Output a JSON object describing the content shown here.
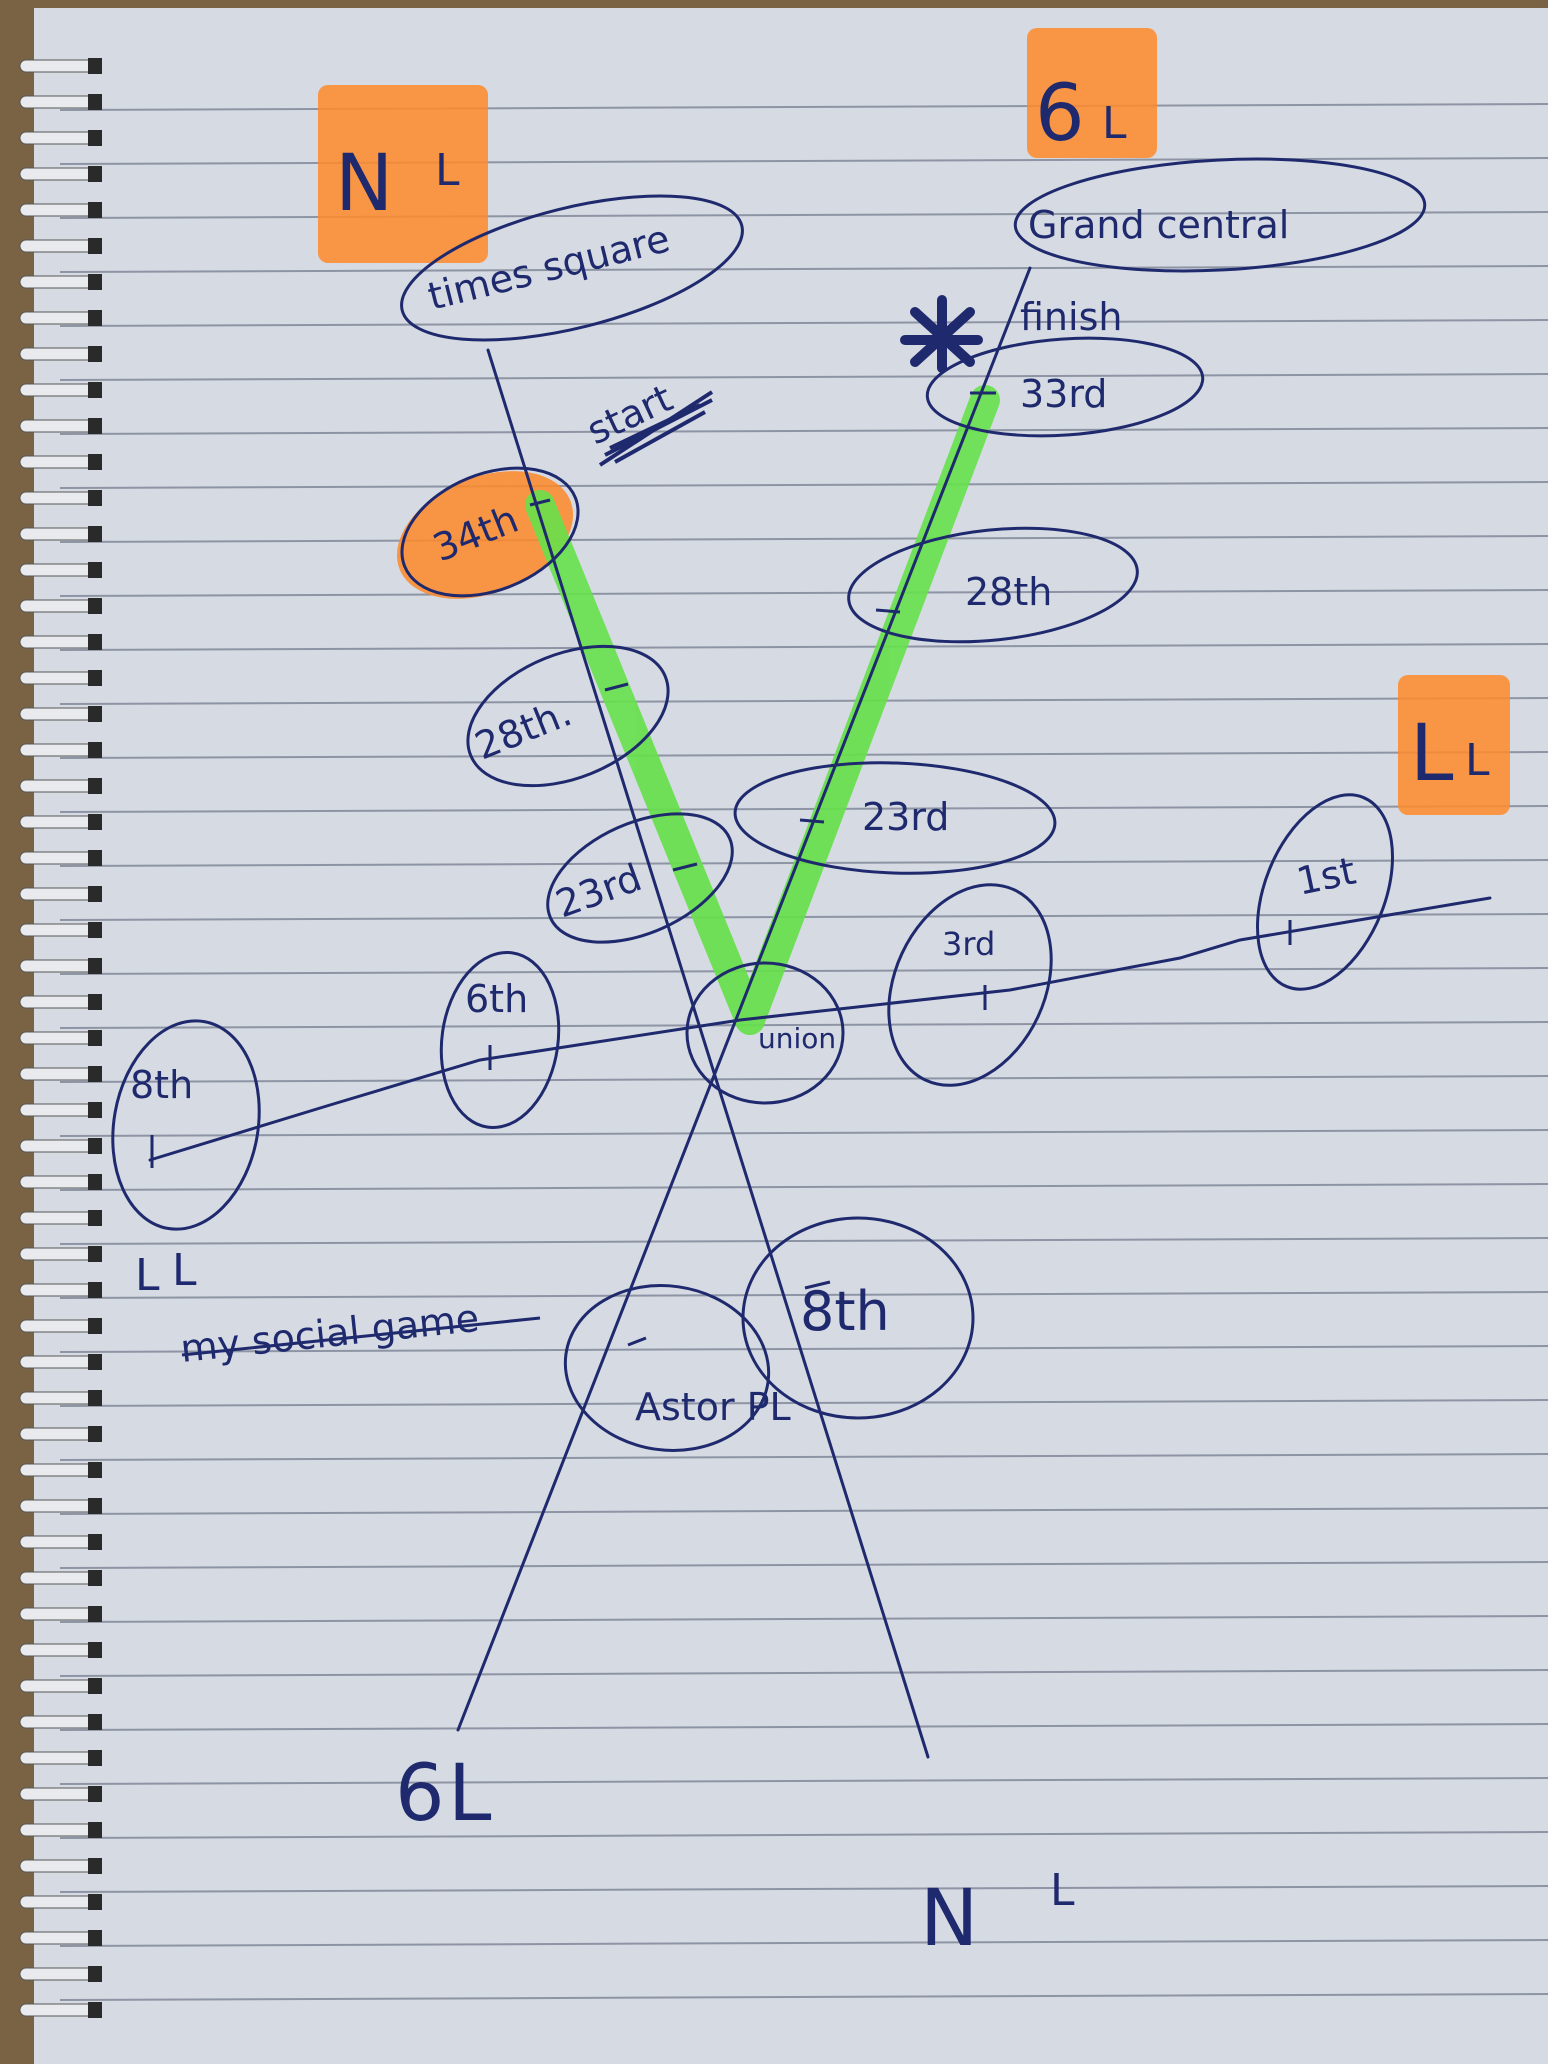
{
  "line_labels": {
    "n_top": {
      "letter": "N",
      "sub": "L"
    },
    "six_top": {
      "letter": "6",
      "sub": "L"
    },
    "l_right": {
      "letter": "L",
      "sub": "L"
    },
    "l_left": {
      "letter": "L",
      "sub": "L"
    },
    "six_bottom": {
      "letter": "6",
      "sub": "L"
    },
    "n_bottom": {
      "letter": "N",
      "sub": "L"
    }
  },
  "stations": {
    "times_square": "times square",
    "grand_central": "Grand central",
    "n_34th": "34th",
    "six_33rd": "33rd",
    "n_28th": "28th.",
    "six_28th": "28th",
    "n_23rd": "23rd",
    "six_23rd": "23rd",
    "union": "union",
    "l_1st": "1st",
    "l_3rd": "3rd",
    "l_6th": "6th",
    "l_8th": "8th",
    "n_8th": "8th",
    "astor_pl": "Astor PL"
  },
  "annotations": {
    "start": "start",
    "finish": "finish",
    "struck_text": "my social game"
  },
  "colors": {
    "ink": "#1f2a6e",
    "orange_highlight": "#ff8a2a",
    "green_route": "#66e04a",
    "paper": "#d9dde6",
    "rule_line": "#9aa1ae"
  }
}
